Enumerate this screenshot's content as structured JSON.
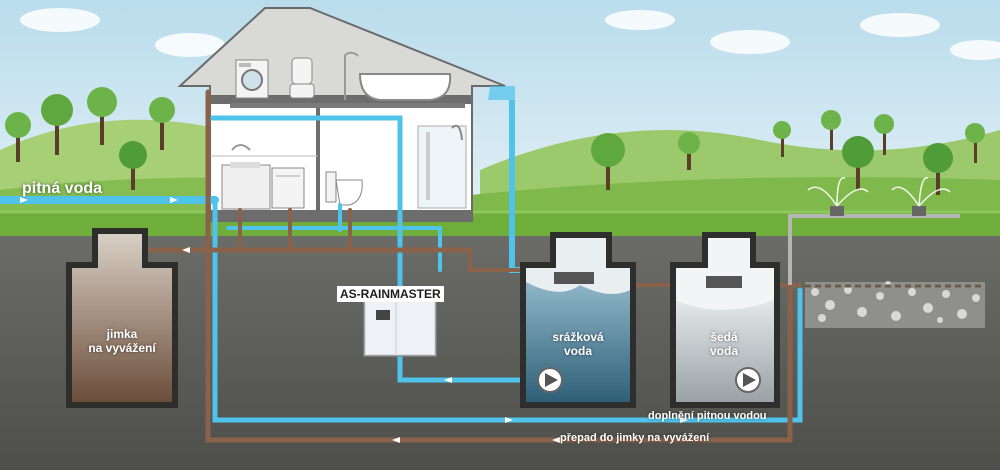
{
  "labels": {
    "pitna_voda": "pitná voda",
    "rainmaster": "AS-RAINMASTER",
    "jimka_line1": "jimka",
    "jimka_line2": "na vyvážení",
    "srazkova_line1": "srážková",
    "srazkova_line2": "voda",
    "seda_line1": "šedá",
    "seda_line2": "voda",
    "doplneni": "doplnění pitnou vodou",
    "prepad": "přepad do jimky na vyvážení"
  },
  "colors": {
    "drinking_water_pipe": "#4fc3ea",
    "waste_pipe": "#8a6249",
    "rain_tank_water": "#3f6f88",
    "grey_tank_water": "#b8bfc2",
    "ground": "#5a5b57",
    "grass": "#6fae3a",
    "sky": "#cfe6f1"
  },
  "icons": [
    "washing-machine-icon",
    "toilet-icon",
    "bathtub-icon",
    "shower-icon",
    "sink-icon",
    "pump-icon",
    "tree-icon",
    "sprinkler-icon"
  ]
}
